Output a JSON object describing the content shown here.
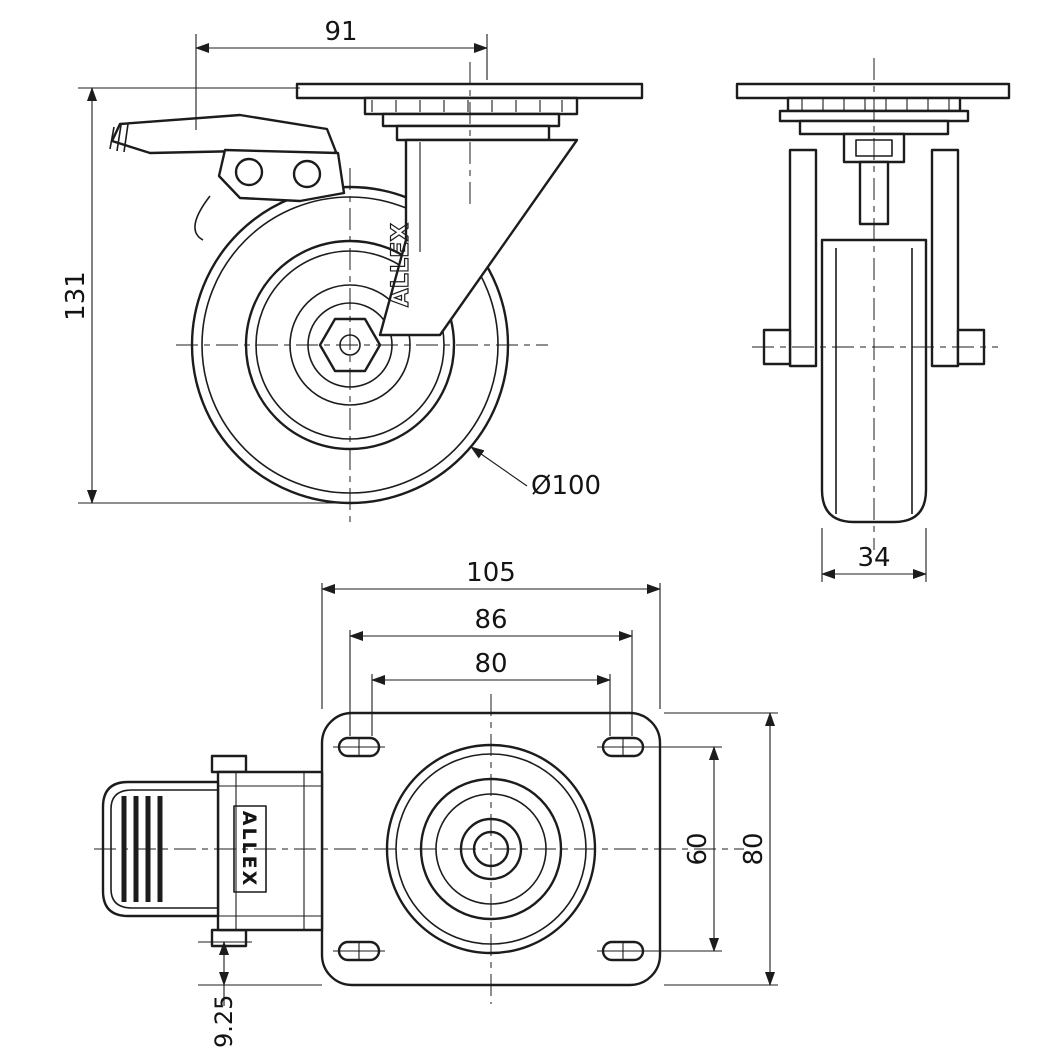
{
  "drawing": {
    "background": "#ffffff",
    "line_color": "#1c1c1c"
  },
  "dimensions": {
    "plate_top_width": "91",
    "overall_height": "131",
    "wheel_diameter": "Ø100",
    "wheel_width": "34",
    "plate_length": "105",
    "slot_span_outer": "86",
    "bolt_hole_span": "80",
    "hole_span_vertical": "60",
    "plate_width": "80",
    "brake_offset": "9.25"
  },
  "labels": {
    "pedal_brand": "ALLEX",
    "fork_logo": "ALLEX"
  }
}
